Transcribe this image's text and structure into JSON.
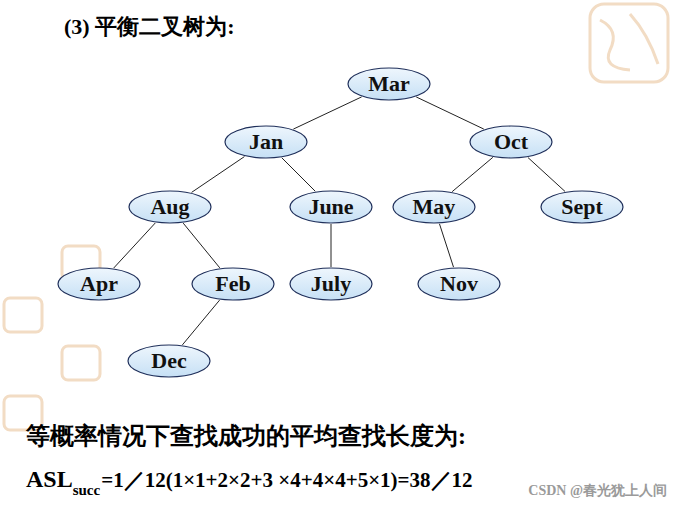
{
  "diagram": {
    "title": "(3) 平衡二叉树为:",
    "nodes": [
      {
        "text": [
          "Mar"
        ]
      },
      {
        "text": [
          "Jan"
        ]
      },
      {
        "text": [
          "Oct"
        ]
      },
      {
        "text": [
          "Aug"
        ]
      },
      {
        "text": [
          "June"
        ]
      },
      {
        "text": [
          "May"
        ]
      },
      {
        "text": [
          "Sept"
        ]
      },
      {
        "text": [
          "Apr"
        ]
      },
      {
        "text": [
          "Feb"
        ]
      },
      {
        "text": [
          "July"
        ]
      },
      {
        "text": [
          "Nov"
        ]
      },
      {
        "text": [
          "Dec"
        ]
      }
    ],
    "edges": [
      {
        "from": 0,
        "to": 1,
        "arrow": "none"
      },
      {
        "from": 0,
        "to": 2,
        "arrow": "none"
      },
      {
        "from": 1,
        "to": 3,
        "arrow": "none"
      },
      {
        "from": 1,
        "to": 4,
        "arrow": "none"
      },
      {
        "from": 2,
        "to": 5,
        "arrow": "none"
      },
      {
        "from": 2,
        "to": 6,
        "arrow": "none"
      },
      {
        "from": 3,
        "to": 7,
        "arrow": "none"
      },
      {
        "from": 3,
        "to": 8,
        "arrow": "none"
      },
      {
        "from": 4,
        "to": 9,
        "arrow": "none"
      },
      {
        "from": 5,
        "to": 10,
        "arrow": "none"
      },
      {
        "from": 8,
        "to": 11,
        "arrow": "none"
      }
    ],
    "labels": [
      "等概率情况下查找成功的平均查找长度为:",
      "ASL",
      "succ",
      "=1／12(1×1+2×2+3 ×4+4×4+5×1)=38／12",
      "CSDN @春光犹上人间"
    ]
  }
}
